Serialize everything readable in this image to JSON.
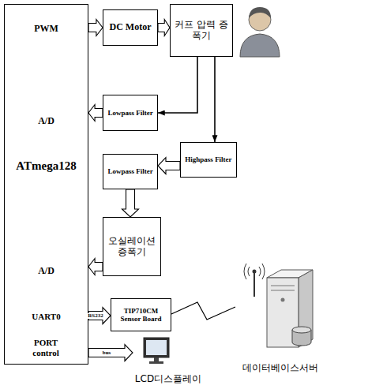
{
  "diagram": {
    "nodes": [
      {
        "text": [
          "PWM",
          "A/D",
          "ATmega128",
          "A/D",
          "UART0",
          "PORT control"
        ]
      },
      {
        "text": [
          "DC Motor"
        ]
      },
      {
        "text": [
          "커프 압력 증폭기"
        ]
      },
      {
        "text": [
          "Lowpass Filter"
        ]
      },
      {
        "text": [
          "Highpass Filter"
        ]
      },
      {
        "text": [
          "Lowpass Filter"
        ]
      },
      {
        "text": [
          "오실레이션 증폭기"
        ]
      },
      {
        "text": [
          "TIP710CM Sensor Board"
        ]
      },
      {
        "text": [
          "데이터베이스서버"
        ]
      },
      {
        "text": [
          "LCD디스플레이"
        ]
      }
    ],
    "edges": [
      {
        "from": 0,
        "to": 1,
        "arrow": "to"
      },
      {
        "from": 1,
        "to": 2,
        "arrow": "to"
      },
      {
        "from": 2,
        "to": 3,
        "arrow": "to"
      },
      {
        "from": 3,
        "to": 0,
        "arrow": "to"
      },
      {
        "from": 2,
        "to": 4,
        "arrow": "to"
      },
      {
        "from": 4,
        "to": 5,
        "arrow": "to"
      },
      {
        "from": 5,
        "to": 6,
        "arrow": "to"
      },
      {
        "from": 6,
        "to": 0,
        "arrow": "to"
      },
      {
        "from": 0,
        "to": 7,
        "label": "RS232",
        "arrow": "to"
      },
      {
        "from": 7,
        "to": 8,
        "arrow": "none"
      },
      {
        "from": 0,
        "to": 9,
        "label": "bus",
        "arrow": "to"
      }
    ]
  }
}
